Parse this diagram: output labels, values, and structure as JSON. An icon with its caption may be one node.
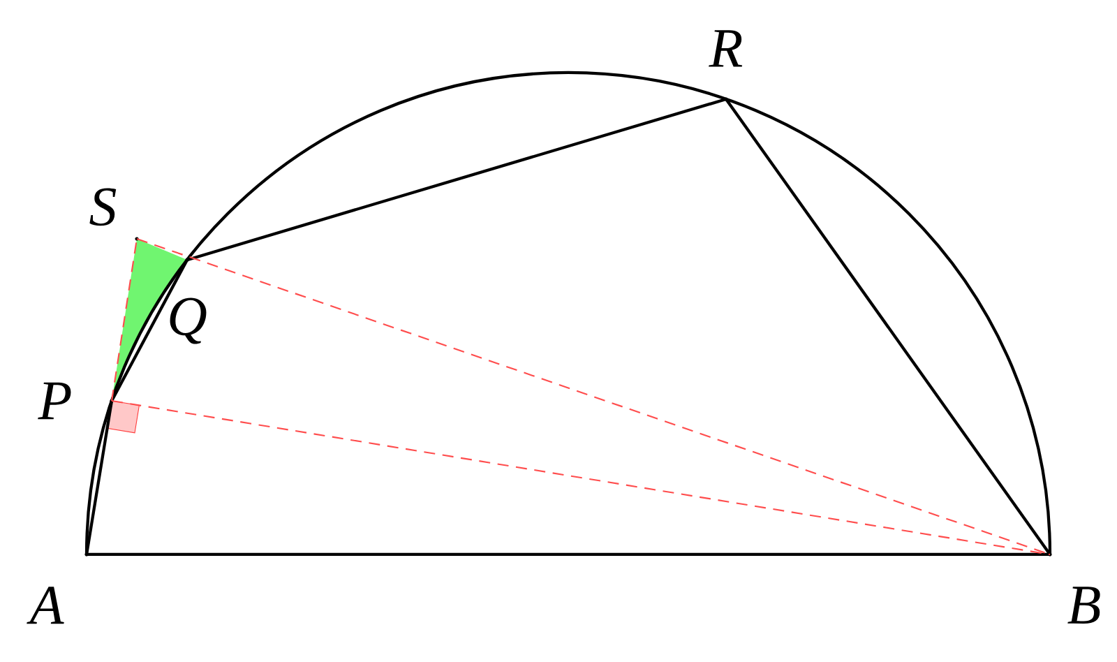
{
  "diagram": {
    "nodes": [
      {
        "text": [
          "A"
        ]
      },
      {
        "text": [
          "B"
        ]
      },
      {
        "text": [
          "P"
        ]
      },
      {
        "text": [
          "Q"
        ]
      },
      {
        "text": [
          "R"
        ]
      },
      {
        "text": [
          "S"
        ]
      }
    ],
    "edges": [
      {
        "from": 0,
        "to": 1,
        "arrow": "none"
      },
      {
        "from": 0,
        "to": 2,
        "arrow": "none"
      },
      {
        "from": 2,
        "to": 3,
        "arrow": "none"
      },
      {
        "from": 3,
        "to": 4,
        "arrow": "none"
      },
      {
        "from": 4,
        "to": 1,
        "arrow": "none"
      },
      {
        "from": 2,
        "to": 1,
        "arrow": "none",
        "style": "dashed",
        "color": "#ff4d4d"
      },
      {
        "from": 5,
        "to": 1,
        "arrow": "none",
        "style": "dashed",
        "color": "#ff4d4d"
      },
      {
        "from": 2,
        "to": 5,
        "arrow": "none",
        "style": "dashed",
        "color": "#ff4d4d"
      }
    ]
  }
}
